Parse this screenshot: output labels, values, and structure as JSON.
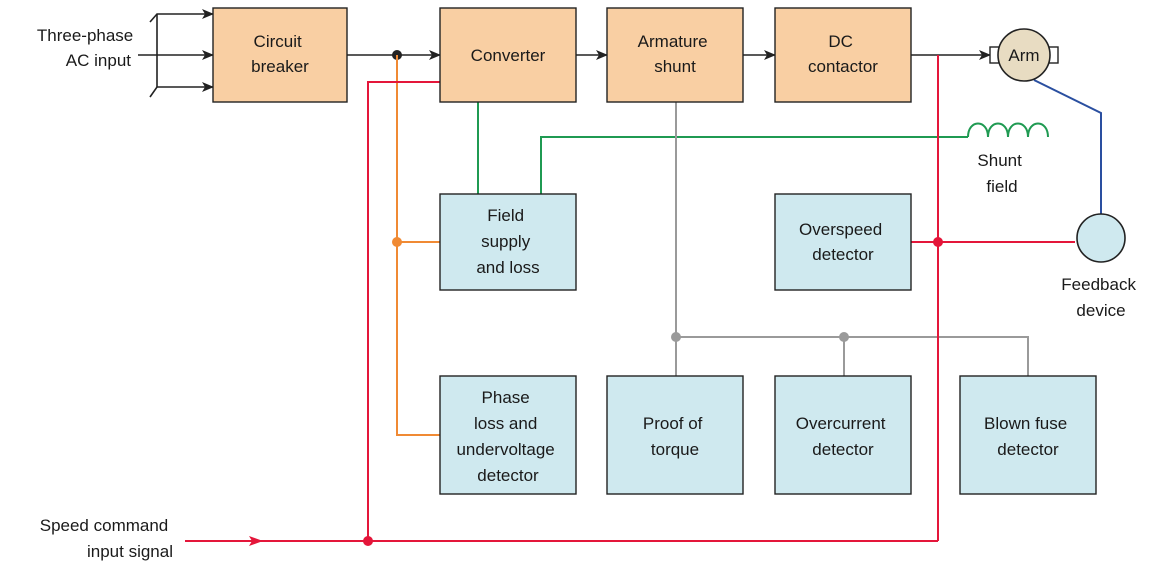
{
  "colors": {
    "power_box": "#f9cfa3",
    "monitor_box": "#cfe9ef",
    "speed_signal": "#e4163a",
    "field_wire": "#1f9a52",
    "supply_tap": "#f08a34",
    "shunt_signal": "#9a9a9a",
    "feedback_wire": "#2a4fa0",
    "motor_fill": "#e8dcc2"
  },
  "labels": {
    "ac_input": [
      "Three-phase",
      "AC input"
    ],
    "speed_command": [
      "Speed command",
      "input signal"
    ],
    "shunt_field": [
      "Shunt",
      "field"
    ],
    "feedback_device": [
      "Feedback",
      "device"
    ],
    "motor": "Arm"
  },
  "blocks": {
    "circuit_breaker": [
      "Circuit",
      "breaker"
    ],
    "converter": [
      "Converter"
    ],
    "armature_shunt": [
      "Armature",
      "shunt"
    ],
    "dc_contactor": [
      "DC",
      "contactor"
    ],
    "field_supply": [
      "Field",
      "supply",
      "and loss"
    ],
    "overspeed": [
      "Overspeed",
      "detector"
    ],
    "phase_loss": [
      "Phase",
      "loss and",
      "undervoltage",
      "detector"
    ],
    "proof_of_torque": [
      "Proof of",
      "torque"
    ],
    "overcurrent": [
      "Overcurrent",
      "detector"
    ],
    "blown_fuse": [
      "Blown fuse",
      "detector"
    ]
  }
}
